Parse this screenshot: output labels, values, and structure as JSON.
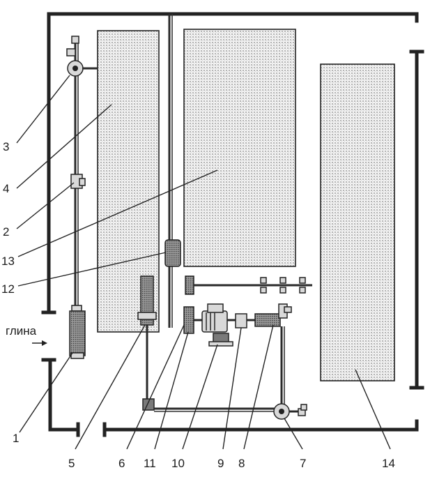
{
  "diagram": {
    "inlet_label": "глина",
    "labels": {
      "n1": "1",
      "n2": "2",
      "n3": "3",
      "n4": "4",
      "n5": "5",
      "n6": "6",
      "n7": "7",
      "n8": "8",
      "n9": "9",
      "n10": "10",
      "n11": "11",
      "n12": "12",
      "n13": "13",
      "n14": "14"
    },
    "colors": {
      "line": "#222222",
      "tank_fill_dots": "#bdbdbd",
      "background": "#ffffff"
    }
  }
}
